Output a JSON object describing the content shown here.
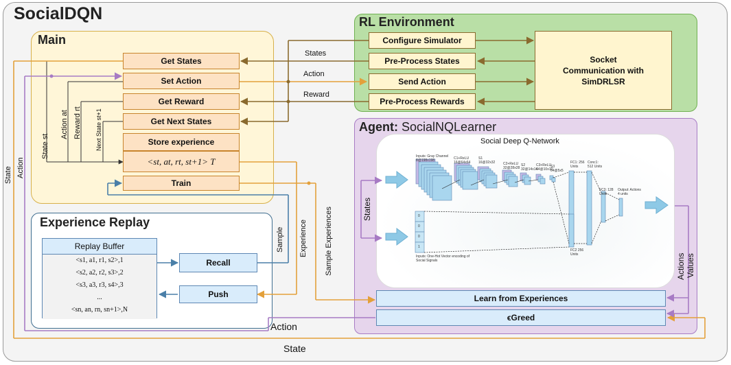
{
  "title": "SocialDQN",
  "main": {
    "title": "Main",
    "boxes": {
      "get_states": "Get States",
      "set_action": "Set Action",
      "get_reward": "Get Reward",
      "get_next_states": "Get Next States",
      "store_experience": "Store experience",
      "tuple": "<st, at, rt, st+1> T",
      "train": "Train"
    },
    "vlabels": {
      "state": "State st",
      "action": "Action at",
      "reward": "Reward rt",
      "next_state": "Next State st+1"
    }
  },
  "rl_env": {
    "title": "RL Environment",
    "boxes": {
      "configure": "Configure Simulator",
      "preprocess_states": "Pre-Process States",
      "send_action": "Send Action",
      "preprocess_rewards": "Pre-Process Rewards",
      "socket": "Socket Communication with SimDRLSR"
    }
  },
  "agent": {
    "title_bold": "Agent:",
    "title_rest": "SocialNQLearner",
    "network_title": "Social Deep Q-Network",
    "learn": "Learn from Experiences",
    "egreed": "ϵGreed",
    "net_labels": {
      "input": "Inputs: Gray Channel 8@198x198",
      "c1": "C1+ReLU 16@64x64",
      "s1": "S1 16@32x32",
      "c2": "C2+ReLU 32@28x28",
      "s2": "S2 32@14x14",
      "c3": "C3+ReLU 64@10x10",
      "s3": "S3 64@5x5",
      "fc1": "FC1: 256 Units",
      "conc": "Conc1: 512 Units",
      "fc3": "FC3: 128 Units",
      "output": "Output: Actions 4 units",
      "onehot": "Inputs: One-Hot Vector encoding of Social Signals",
      "fc2": "FC2 256 Units",
      "onehot_values": [
        "0",
        "0",
        "0",
        "1"
      ]
    }
  },
  "replay": {
    "title": "Experience Replay",
    "buffer_title": "Replay Buffer",
    "buffer_rows": [
      "<s1, a1, r1, s2>,1",
      "<s2, a2, r2, s3>,2",
      "<s3, a3, r3, s4>,3",
      "...",
      "<sn, an, rn, sn+1>,N"
    ],
    "recall": "Recall",
    "push": "Push"
  },
  "edge_labels": {
    "states": "States",
    "action": "Action",
    "reward": "Reward",
    "sample": "Sample",
    "experience": "Experience",
    "sample_experiences": "Sample Experiences",
    "agent_states": "States",
    "actions": "Actions",
    "values": "Values",
    "bottom_action": "Action",
    "bottom_state": "State",
    "left_state": "State",
    "left_action": "Action"
  },
  "colors": {
    "orange_line": "#e3a03a",
    "blue_line": "#4a7fa8",
    "purple_line": "#a77bc4",
    "brown_line": "#8a6a2e",
    "main_bg": "#fff6d8",
    "env_bg": "#b9dfa6",
    "agent_bg": "#e6d5ec",
    "replay_bg": "#ffffff"
  }
}
